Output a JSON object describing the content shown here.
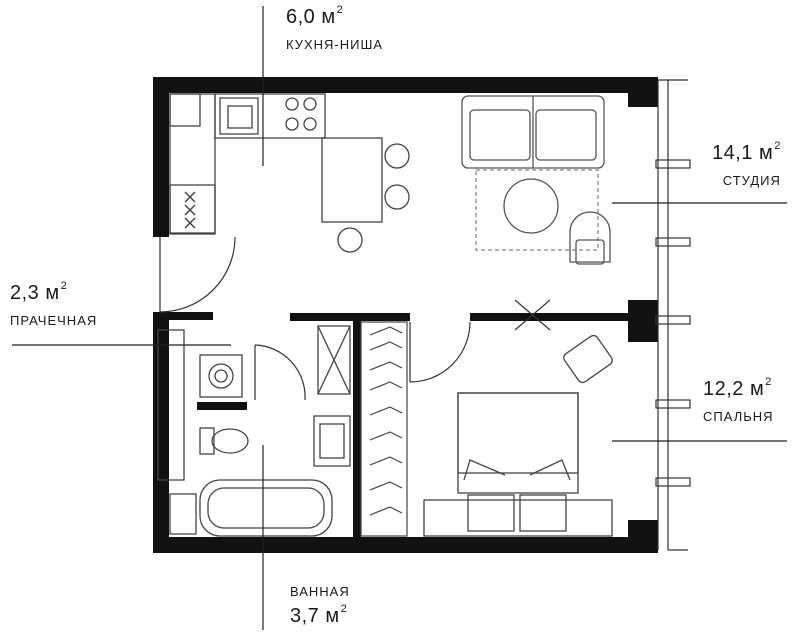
{
  "rooms": {
    "kitchen": {
      "area": "6,0 м",
      "sup": "2",
      "name": "КУХНЯ-НИША"
    },
    "studio": {
      "area": "14,1 м",
      "sup": "2",
      "name": "СТУДИЯ"
    },
    "laundry": {
      "area": "2,3 м",
      "sup": "2",
      "name": "ПРАЧЕЧНАЯ"
    },
    "bedroom": {
      "area": "12,2 м",
      "sup": "2",
      "name": "СПАЛЬНЯ"
    },
    "bathroom": {
      "area": "3,7 м",
      "sup": "2",
      "name": "ВАННАЯ"
    }
  },
  "colors": {
    "wall": "#111111",
    "line": "#333333",
    "furniture": "#555555",
    "rug": "#888888"
  }
}
